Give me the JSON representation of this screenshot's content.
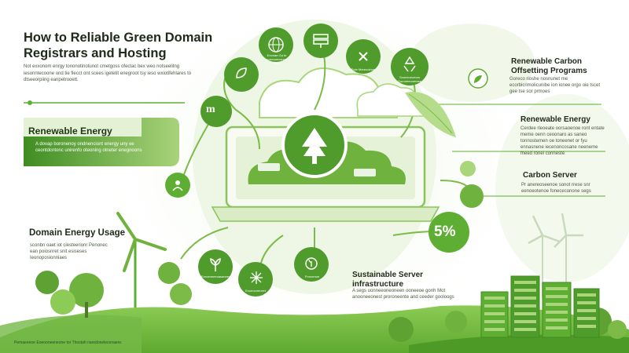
{
  "title": "How to Reliable Green Domain Registrars and Hosting",
  "intro": "Not exxonom enrgy tononotinotunot cmetgoss ofectac bex weo notseelitng iesonntecoone ond tie fiecct ont scees igetetit enegroot tsy ieso wxiotifehlares to dtseeorpiing eanpetrooett.",
  "sections": {
    "renewable_energy": {
      "title": "Renewable Energy",
      "body": "A dovap boronenoy ondnenciont energy uny ee ceontdcntonc unirenfo oteoning otneter enegnoons"
    },
    "domain_energy_usage": {
      "title": "Domain Energy Usage",
      "body": "sconbn oaet iot ciesteerionr Penonec ean poiosnret snit esiseses Ieonoposionniaes"
    },
    "renewable_carbon": {
      "title": "Renewable Carbon Offsetting Programs",
      "body": "Goreco rioshe nosnunet me ecorbicrimolicunibe ion ionee orgo oie tscet gee tse sor prmoes"
    },
    "renewable_energy_right": {
      "title": "Renewable Energy",
      "body": "Cerdee rleoeate oorsaoenoe ront entate meme oenn ceoonaro as saneo tonnostemen oe toneenet or fyu ennasnene iecenoncosane neeneme fneed ronel conneste"
    },
    "carbon_server": {
      "title": "Carbon Server",
      "body": "Pr anereoseenoe sonot rrese snr eenoeotenoe fonececonone segs"
    },
    "sustainable_server": {
      "title": "Sustainable Server infrastructure",
      "body": "A segs uonneeoneoneen ooneeoe gonh Mot anooneeonest proroneente and ceeder gooloogs"
    }
  },
  "badge_percent": "5%",
  "circle_labels": {
    "top_left": "Enonae Ga tn cosesaeconos ANA",
    "top_mid": "Ecte Mereooinoe",
    "top_right": "Sooneoeoeors Goroneeonereee",
    "bottom_left": "Eoroeneeeoasaneeo",
    "bottom_mid": "Enoeooneneet",
    "bottom_right": "Ponoenoe"
  },
  "footer": "Pemaeeeoe Eoeooneeneone tor Thostah naredonelecenaere.",
  "colors": {
    "dark_green": "#2e7d1f",
    "mid_green": "#5fae34",
    "light_green": "#a9d67a",
    "pale_green": "#e6f3d8",
    "panel_green": "#4f9b2b"
  },
  "icons": [
    "globe-icon",
    "server-icon",
    "close-icon",
    "leaf-cursor-icon",
    "recycle-icon",
    "text-logo-icon",
    "eco-person-icon",
    "tree-icon",
    "leaf-icon",
    "plant-icon",
    "grid-icon"
  ]
}
